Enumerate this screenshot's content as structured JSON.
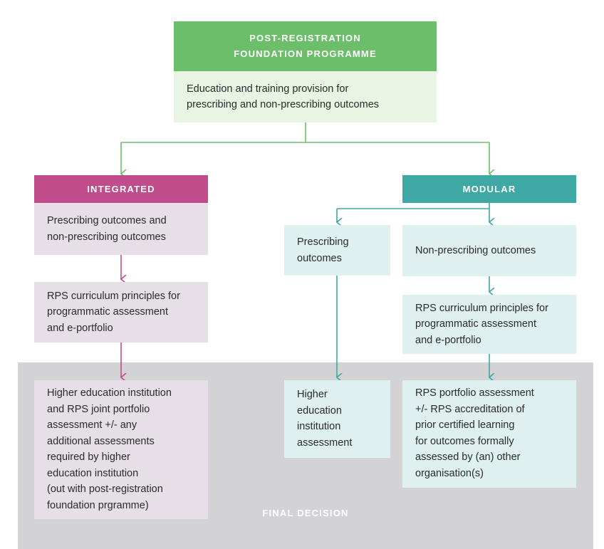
{
  "top": {
    "header": "POST-REGISTRATION\nFOUNDATION PROGRAMME",
    "body": "Education and training provision for\nprescribing and non-prescribing outcomes"
  },
  "integrated": {
    "header": "INTEGRATED",
    "box1": "Prescribing outcomes and\nnon-prescribing outcomes",
    "box2": "RPS curriculum principles for\nprogrammatic assessment\nand e-portfolio",
    "box3": "Higher education institution\nand RPS joint portfolio\nassessment +/- any\nadditional assessments\nrequired by higher\neducation institution\n(out with post-registration\nfoundation prgramme)"
  },
  "modular": {
    "header": "MODULAR",
    "prescribing": "Prescribing\noutcomes",
    "non_prescribing": "Non-prescribing outcomes",
    "rps_curriculum": "RPS curriculum principles for\nprogrammatic assessment\nand e-portfolio",
    "hei_assessment": "Higher\neducation\ninstitution\nassessment",
    "rps_portfolio": "RPS portfolio assessment\n+/- RPS accreditation of\nprior certified learning\nfor outcomes formally\nassessed by (an) other\norganisation(s)"
  },
  "final_decision": "FINAL DECISION",
  "colors": {
    "green": "#6dbe6a",
    "pink": "#c04c8b",
    "teal": "#3fa7a4",
    "grey_band": "#d3d3d5"
  }
}
